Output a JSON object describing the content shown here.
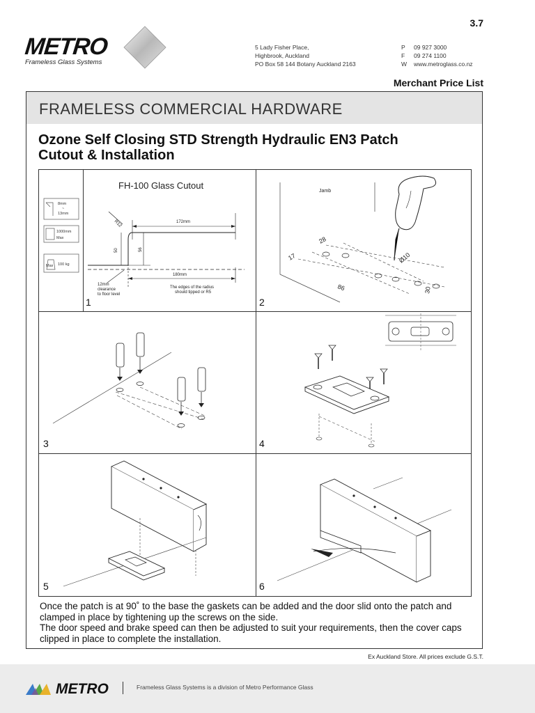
{
  "page_number": "3.7",
  "brand": {
    "logo_text": "METRO",
    "tagline": "Frameless Glass Systems"
  },
  "address": {
    "line1": "5 Lady Fisher Place,",
    "line2": "Highbrook, Auckland",
    "line3": "PO Box 58 144 Botany Auckland 2163"
  },
  "contact": {
    "phone_key": "P",
    "phone": "09 927 3000",
    "fax_key": "F",
    "fax": "09 274 1100",
    "web_key": "W",
    "web": "www.metroglass.co.nz"
  },
  "price_list_label": "Merchant Price List",
  "section_title": "FRAMELESS COMMERCIAL HARDWARE",
  "product_title_line1": "Ozone Self Closing STD Strength Hydraulic EN3 Patch",
  "product_title_line2": "Cutout & Installation",
  "steps": [
    {
      "number": "1"
    },
    {
      "number": "2"
    },
    {
      "number": "3"
    },
    {
      "number": "4"
    },
    {
      "number": "5"
    },
    {
      "number": "6"
    }
  ],
  "cutout": {
    "title": "FH-100 Glass Cutout",
    "thickness_top": "8mm",
    "thickness_mid": "~",
    "thickness_bottom": "13mm",
    "width_label": "1000mm",
    "width_sub": "Max",
    "weight_label": "100 kg",
    "weight_sub": "Max",
    "radius": "R12",
    "dim_172": "172mm",
    "dim_180": "180mm",
    "dim_50": "50",
    "dim_56": "56",
    "clearance_1": "12mm",
    "clearance_2": "clearance",
    "clearance_3": "to floor level",
    "radius_note_1": "The edges of the radius",
    "radius_note_2": "should tipped or R5"
  },
  "drill": {
    "jamb": "Jamb",
    "d28": "28",
    "d17": "17",
    "d86": "86",
    "d10": "Ø10",
    "d30": "30"
  },
  "body_text_1": "Once the patch is at 90˚ to the base the gaskets can be added and the door slid onto the patch and clamped in place by tightening up the screws on the side.",
  "body_text_2": "The door speed and brake speed can then be adjusted to suit your requirements, then the cover caps clipped in place to complete the installation.",
  "footnote": "Ex Auckland Store. All prices exclude G.S.T.",
  "footer": {
    "logo_text": "METRO",
    "divider": "|",
    "text": "Frameless Glass Systems is a division of Metro Performance Glass"
  }
}
